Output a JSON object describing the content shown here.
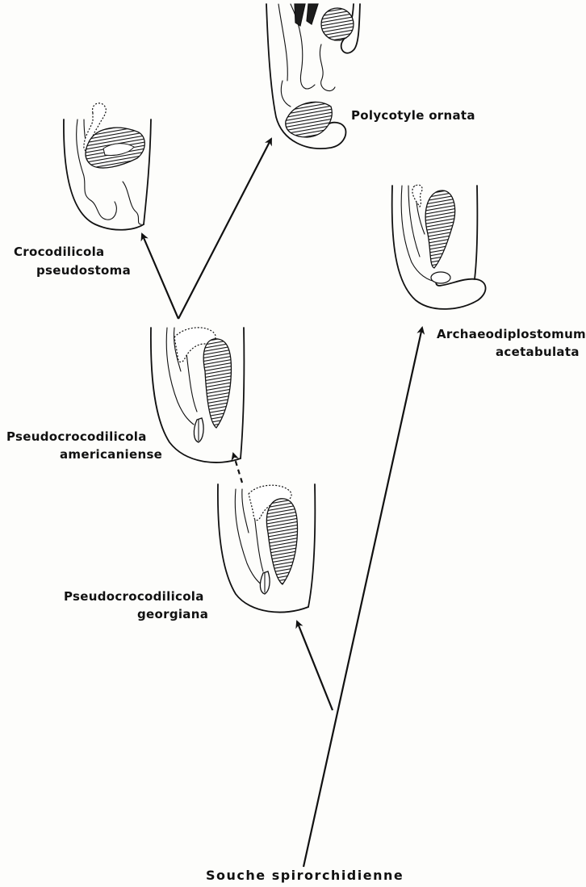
{
  "labels": {
    "root": "Souche spirorchidienne",
    "polycotyle": "Polycotyle ornata",
    "crocodilicola_1": "Crocodilicola",
    "crocodilicola_2": "pseudostoma",
    "archaeo_1": "Archaeodiplostomum",
    "archaeo_2": "acetabulata",
    "pseudo_amer_1": "Pseudocrocodilicola",
    "pseudo_amer_2": "americaniense",
    "pseudo_georg_1": "Pseudocrocodilicola",
    "pseudo_georg_2": "georgiana"
  }
}
